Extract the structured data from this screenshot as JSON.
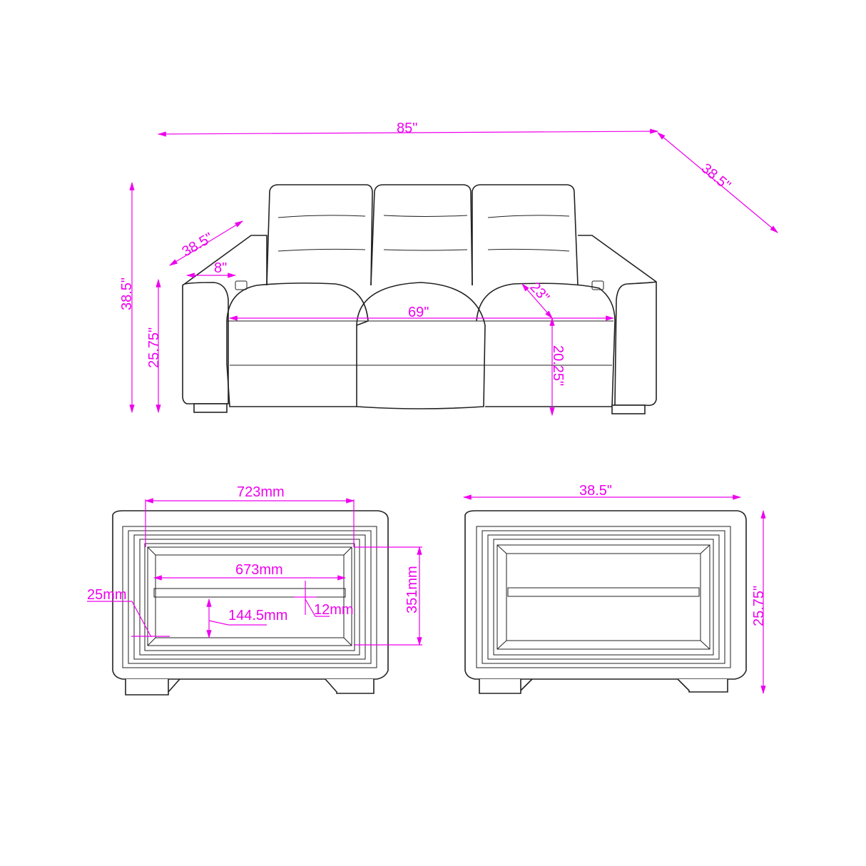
{
  "accent_color": "#ee00ee",
  "front_view": {
    "overall_width": "85\"",
    "overall_depth": "38.5\"",
    "arm_depth": "38.5\"",
    "arm_width": "8\"",
    "overall_height": "38.5\"",
    "arm_height": "25.75\"",
    "seat_width": "69\"",
    "seat_depth": "23\"",
    "seat_height": "20.25\""
  },
  "side_view_left": {
    "outer_width": "723mm",
    "inner_width": "673mm",
    "frame_thickness": "25mm",
    "lower_opening": "144.5mm",
    "shelf_thickness": "12mm",
    "frame_height": "351mm"
  },
  "side_view_right": {
    "depth": "38.5\"",
    "height": "25.75\""
  }
}
